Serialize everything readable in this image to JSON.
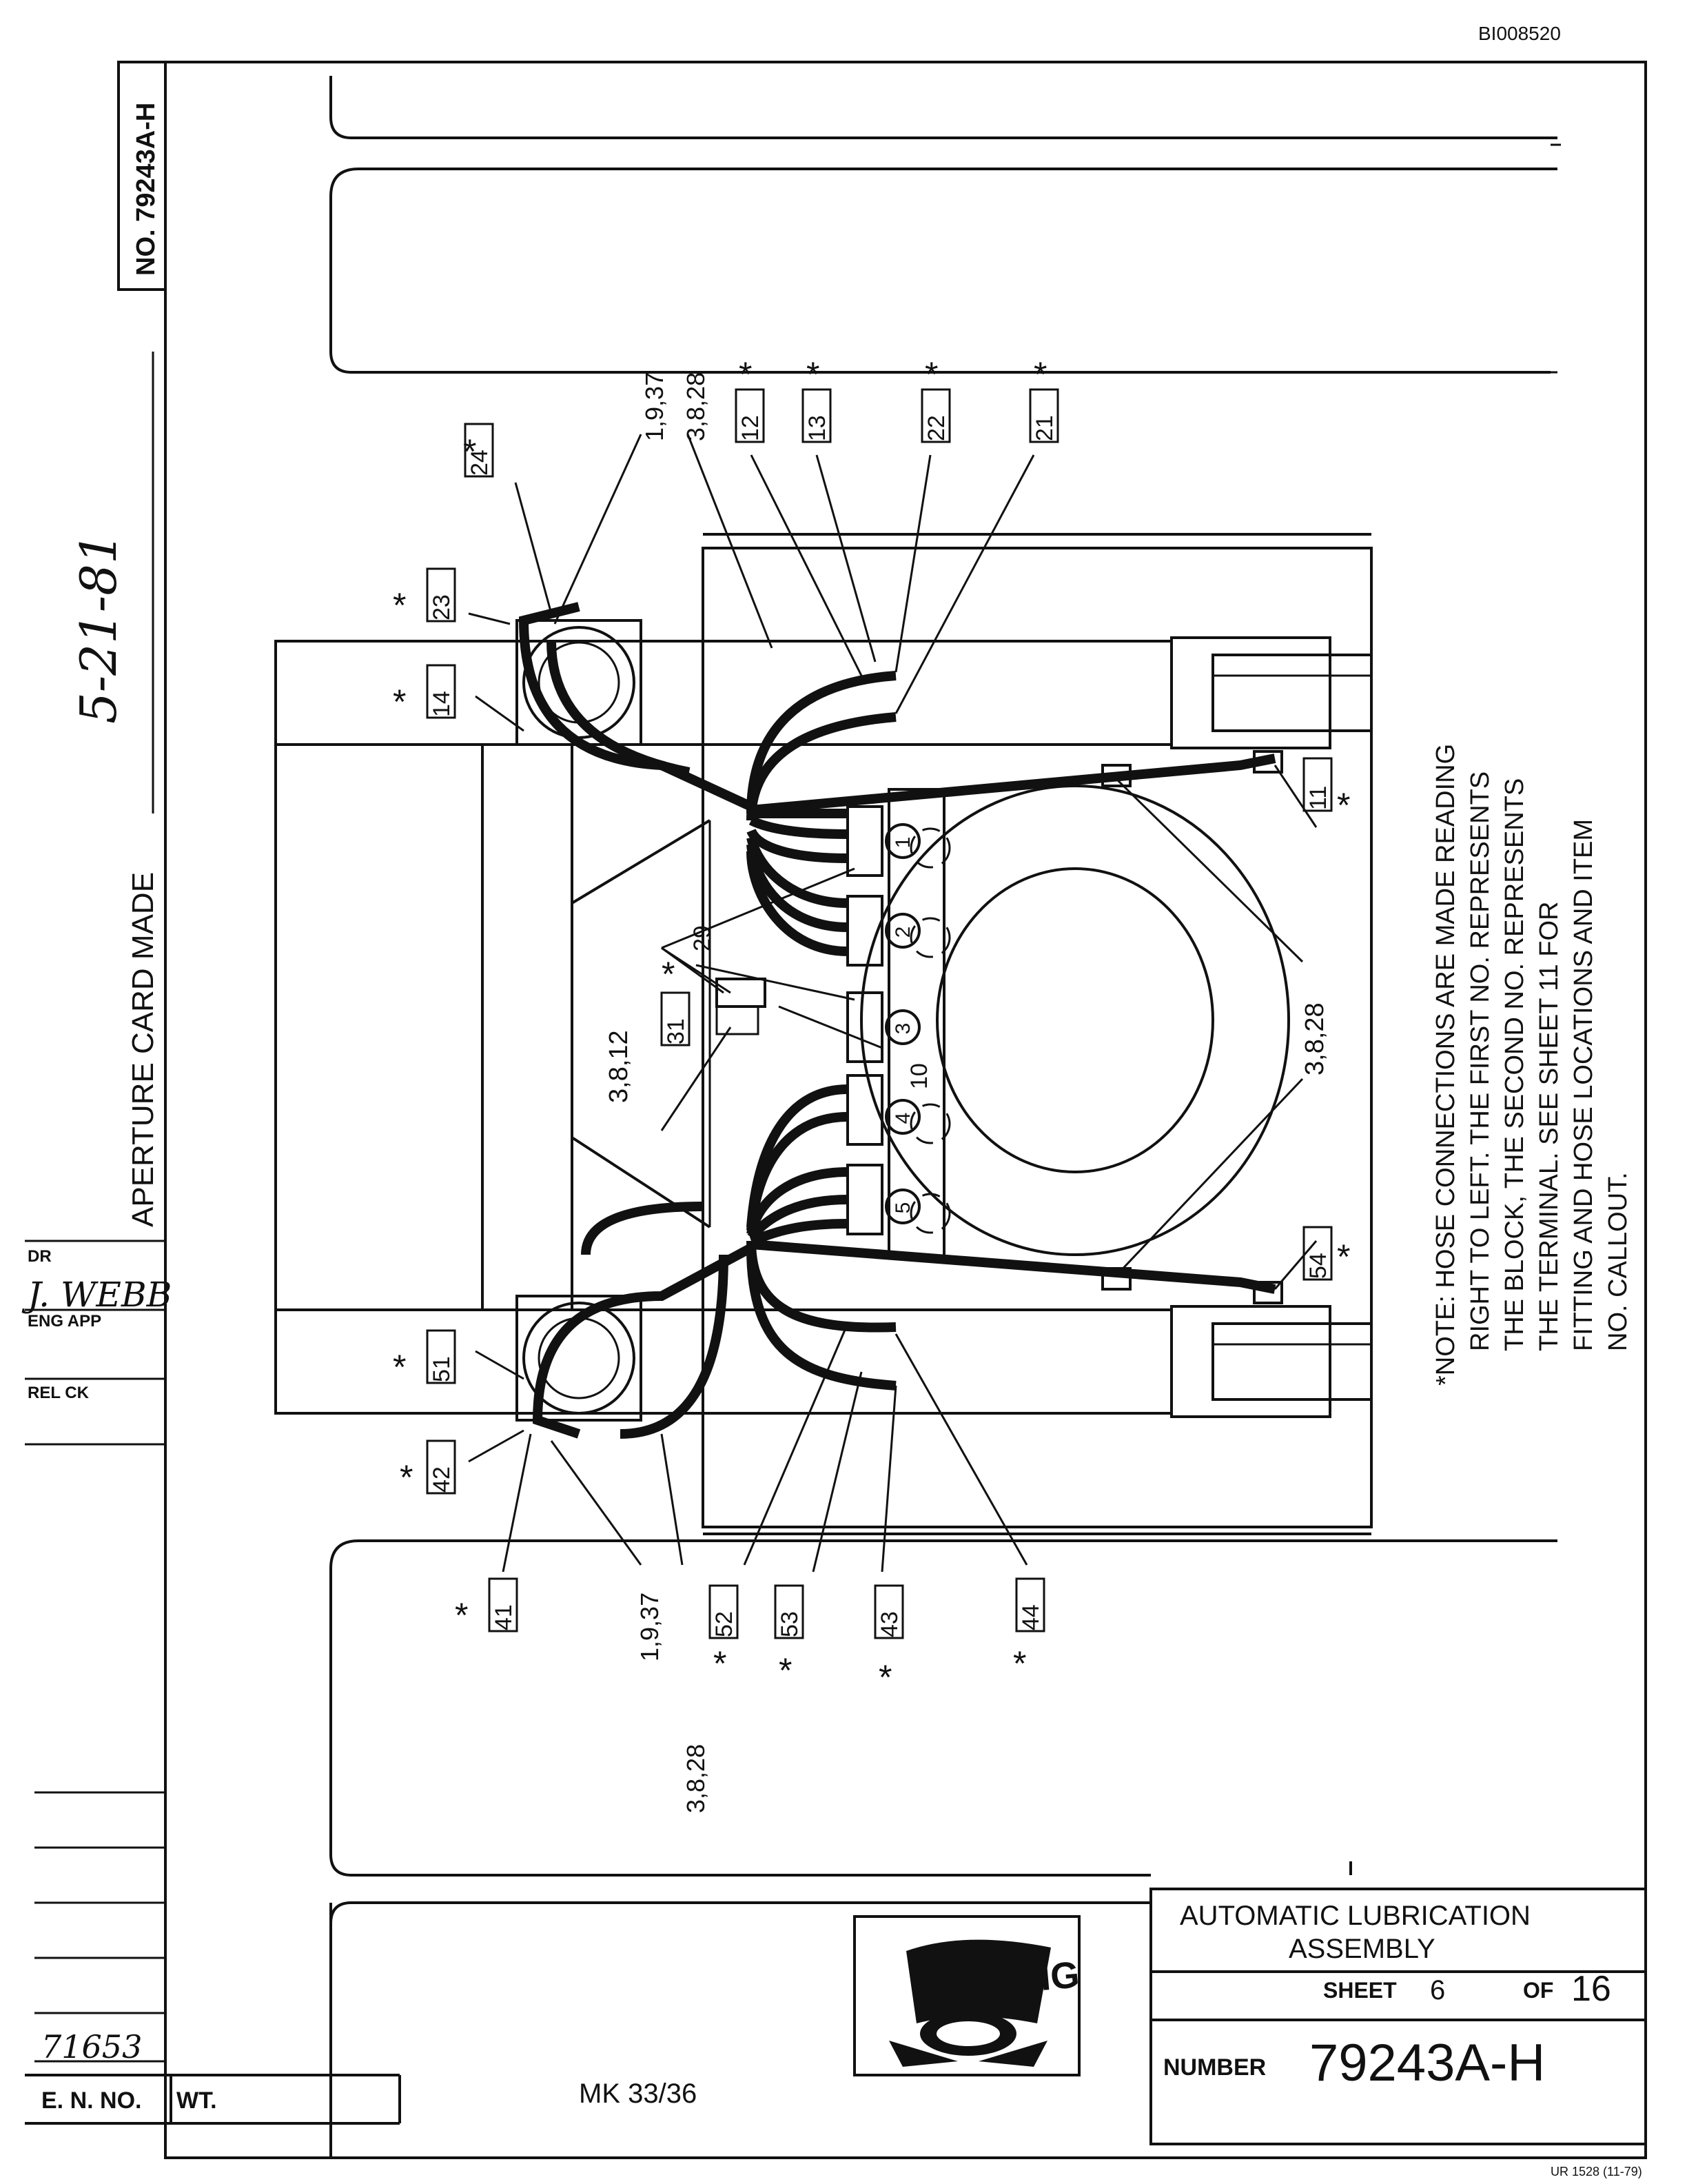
{
  "doc_id": "BI008520",
  "drawing_no_tab": "NO. 79243A-H",
  "aperture_card_label": "APERTURE CARD MADE",
  "aperture_card_date": "5-21-81",
  "signoff": {
    "dr": "DR",
    "dr_name": "J. WEBB",
    "eng_app": "ENG APP",
    "rel_ck": "REL CK"
  },
  "en_no_value": "71653",
  "en_no_label": "E. N. NO.",
  "wt_label": "WT.",
  "model": "MK 33/36",
  "title_block": {
    "title_line1": "AUTOMATIC LUBRICATION",
    "title_line2": "ASSEMBLY",
    "sheet_label": "SHEET",
    "sheet_value": "6",
    "of_label": "OF",
    "of_value": "16",
    "number_label": "NUMBER",
    "number_value": "79243A-H",
    "logo_text": "UNIT RIG"
  },
  "form_no": "UR 1528 (11-79)",
  "note_lines": [
    "*NOTE: HOSE CONNECTIONS ARE MADE READING",
    "RIGHT TO LEFT. THE FIRST NO. REPRESENTS",
    "THE BLOCK, THE SECOND NO. REPRESENTS",
    "THE TERMINAL. SEE SHEET 11 FOR",
    "FITTING AND HOSE LOCATIONS AND ITEM",
    "NO. CALLOUT."
  ],
  "callouts": {
    "c24": "24",
    "c23": "23",
    "c14": "14",
    "c12": "12",
    "c13": "13",
    "c22": "22",
    "c21": "21",
    "c11": "11",
    "c31": "31",
    "c54": "54",
    "c51": "51",
    "c42": "42",
    "c41": "41",
    "c52": "52",
    "c53": "53",
    "c43": "43",
    "c44": "44"
  },
  "star": "*",
  "item_refs": {
    "r1937_top": "1,9,37",
    "r3828_top": "3,8,28",
    "r3812": "3,8,12",
    "r29": "29",
    "r10": "10",
    "r3828_right": "3,8,28",
    "r1937_bot": "1,9,37",
    "r3828_bot": "3,8,28"
  },
  "blocks": [
    "1",
    "2",
    "3",
    "4",
    "5"
  ]
}
